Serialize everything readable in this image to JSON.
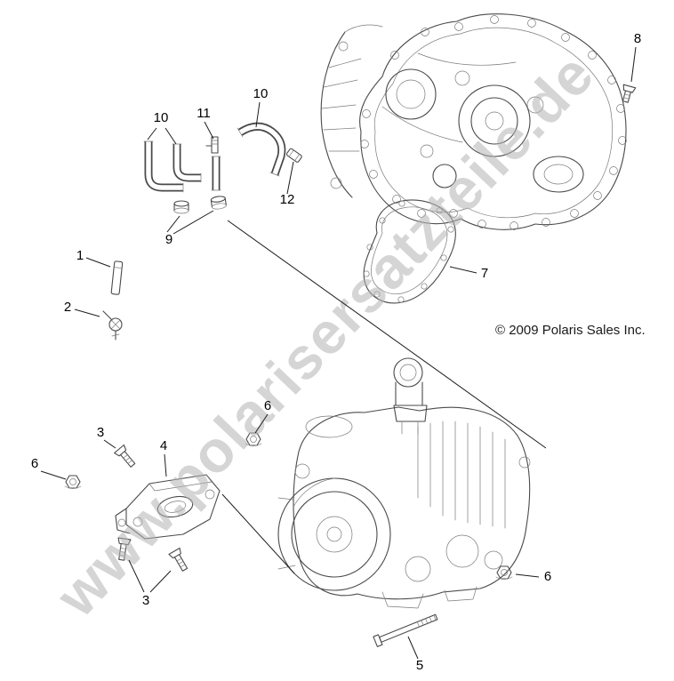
{
  "page": {
    "watermark": "www.polarisersatzteile.de",
    "copyright": "© 2009 Polaris Sales Inc."
  },
  "colors": {
    "line_art": "#4a4a4a",
    "watermark": "#b3b3b3",
    "callout_text": "#000000"
  },
  "callouts": [
    {
      "label": "8"
    },
    {
      "label": "10"
    },
    {
      "label": "11"
    },
    {
      "label": "10"
    },
    {
      "label": "12"
    },
    {
      "label": "9"
    },
    {
      "label": "1"
    },
    {
      "label": "2"
    },
    {
      "label": "7"
    },
    {
      "label": "6"
    },
    {
      "label": "3"
    },
    {
      "label": "4"
    },
    {
      "label": "6"
    },
    {
      "label": "3"
    },
    {
      "label": "6"
    },
    {
      "label": "5"
    }
  ]
}
